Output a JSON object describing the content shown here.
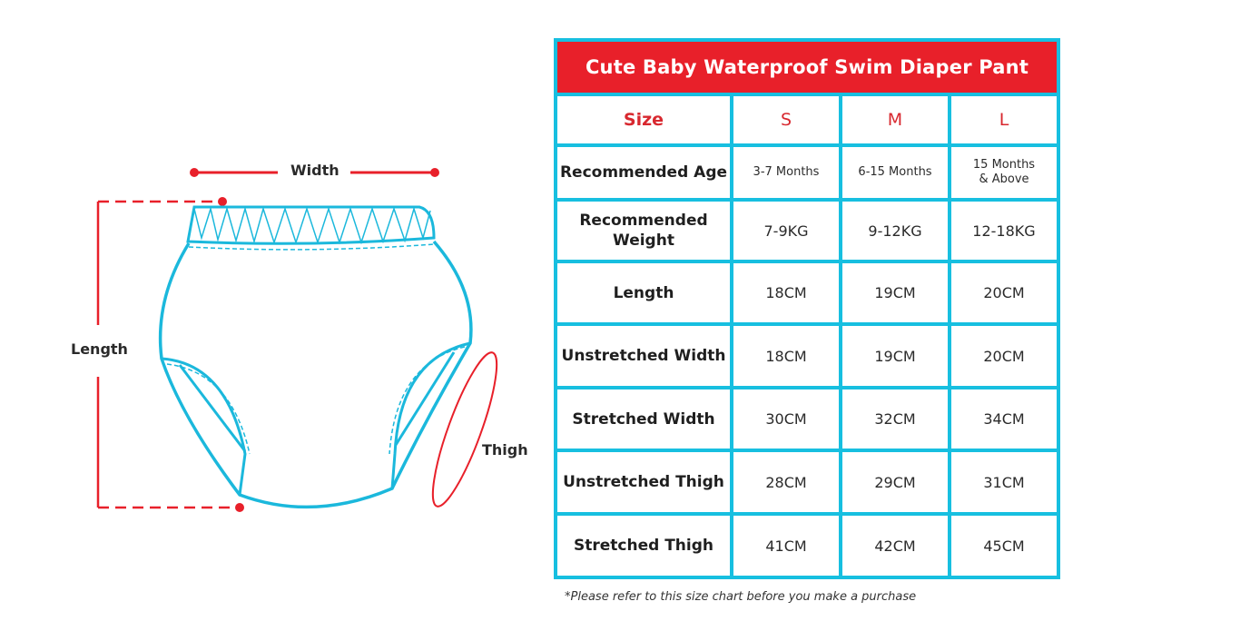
{
  "diagram": {
    "labels": {
      "width": "Width",
      "length": "Length",
      "thigh": "Thigh"
    },
    "colors": {
      "outline": "#1bb8dc",
      "measure": "#e8202a"
    }
  },
  "table": {
    "title": "Cute Baby Waterproof Swim Diaper Pant",
    "header": {
      "label": "Size",
      "sizes": [
        "S",
        "M",
        "L"
      ]
    },
    "rows": [
      {
        "label": "Recommended Age",
        "values": [
          "3-7 Months",
          "6-15 Months",
          "15 Months & Above"
        ]
      },
      {
        "label": "Recommended Weight",
        "values": [
          "7-9KG",
          "9-12KG",
          "12-18KG"
        ]
      },
      {
        "label": "Length",
        "values": [
          "18CM",
          "19CM",
          "20CM"
        ]
      },
      {
        "label": "Unstretched Width",
        "values": [
          "18CM",
          "19CM",
          "20CM"
        ]
      },
      {
        "label": "Stretched Width",
        "values": [
          "30CM",
          "32CM",
          "34CM"
        ]
      },
      {
        "label": "Unstretched Thigh",
        "values": [
          "28CM",
          "29CM",
          "31CM"
        ]
      },
      {
        "label": "Stretched Thigh",
        "values": [
          "41CM",
          "42CM",
          "45CM"
        ]
      }
    ],
    "colors": {
      "border": "#17bfe0",
      "title_bg": "#e8202a",
      "size_text": "#d8282f"
    }
  },
  "footnote": "*Please refer to this size chart before you make a purchase"
}
